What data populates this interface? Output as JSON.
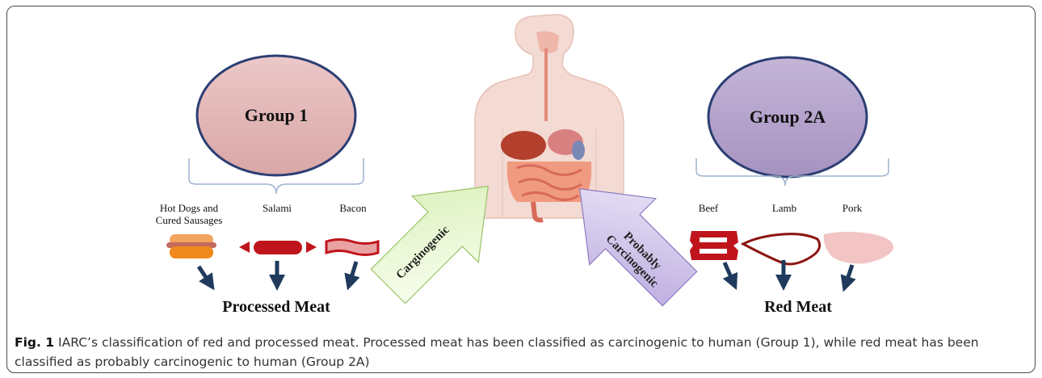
{
  "groups": {
    "group1": {
      "title": "Group 1",
      "fill": "#e0b4b4"
    },
    "group2a": {
      "title": "Group 2A",
      "fill": "#b3a1c9"
    }
  },
  "processed": {
    "hotdogs_line1": "Hot Dogs and",
    "hotdogs_line2": "Cured Sausages",
    "salami": "Salami",
    "bacon": "Bacon",
    "title": "Processed Meat"
  },
  "red": {
    "beef": "Beef",
    "lamb": "Lamb",
    "pork": "Pork",
    "title": "Red Meat"
  },
  "arrows": {
    "carcinogenic": "Carginogenic",
    "probably_line1": "Probably",
    "probably_line2": "Carcinogenic",
    "carcinogenic_fill": "#e6f7cc",
    "probably_fill": "#cfc3ea"
  },
  "caption": {
    "label": "Fig. 1",
    "text": "IARC’s classification of red and processed meat. Processed meat has been classified as carcinogenic to human (Group 1), while red meat has been classified as probably carcinogenic to human (Group 2A)"
  },
  "colors": {
    "meat_red": "#c0141c",
    "bacon": "#e8a2a2",
    "pork": "#f2c4c4",
    "arrow_navy": "#1f3a5c",
    "bracket": "#9fb3cf"
  }
}
